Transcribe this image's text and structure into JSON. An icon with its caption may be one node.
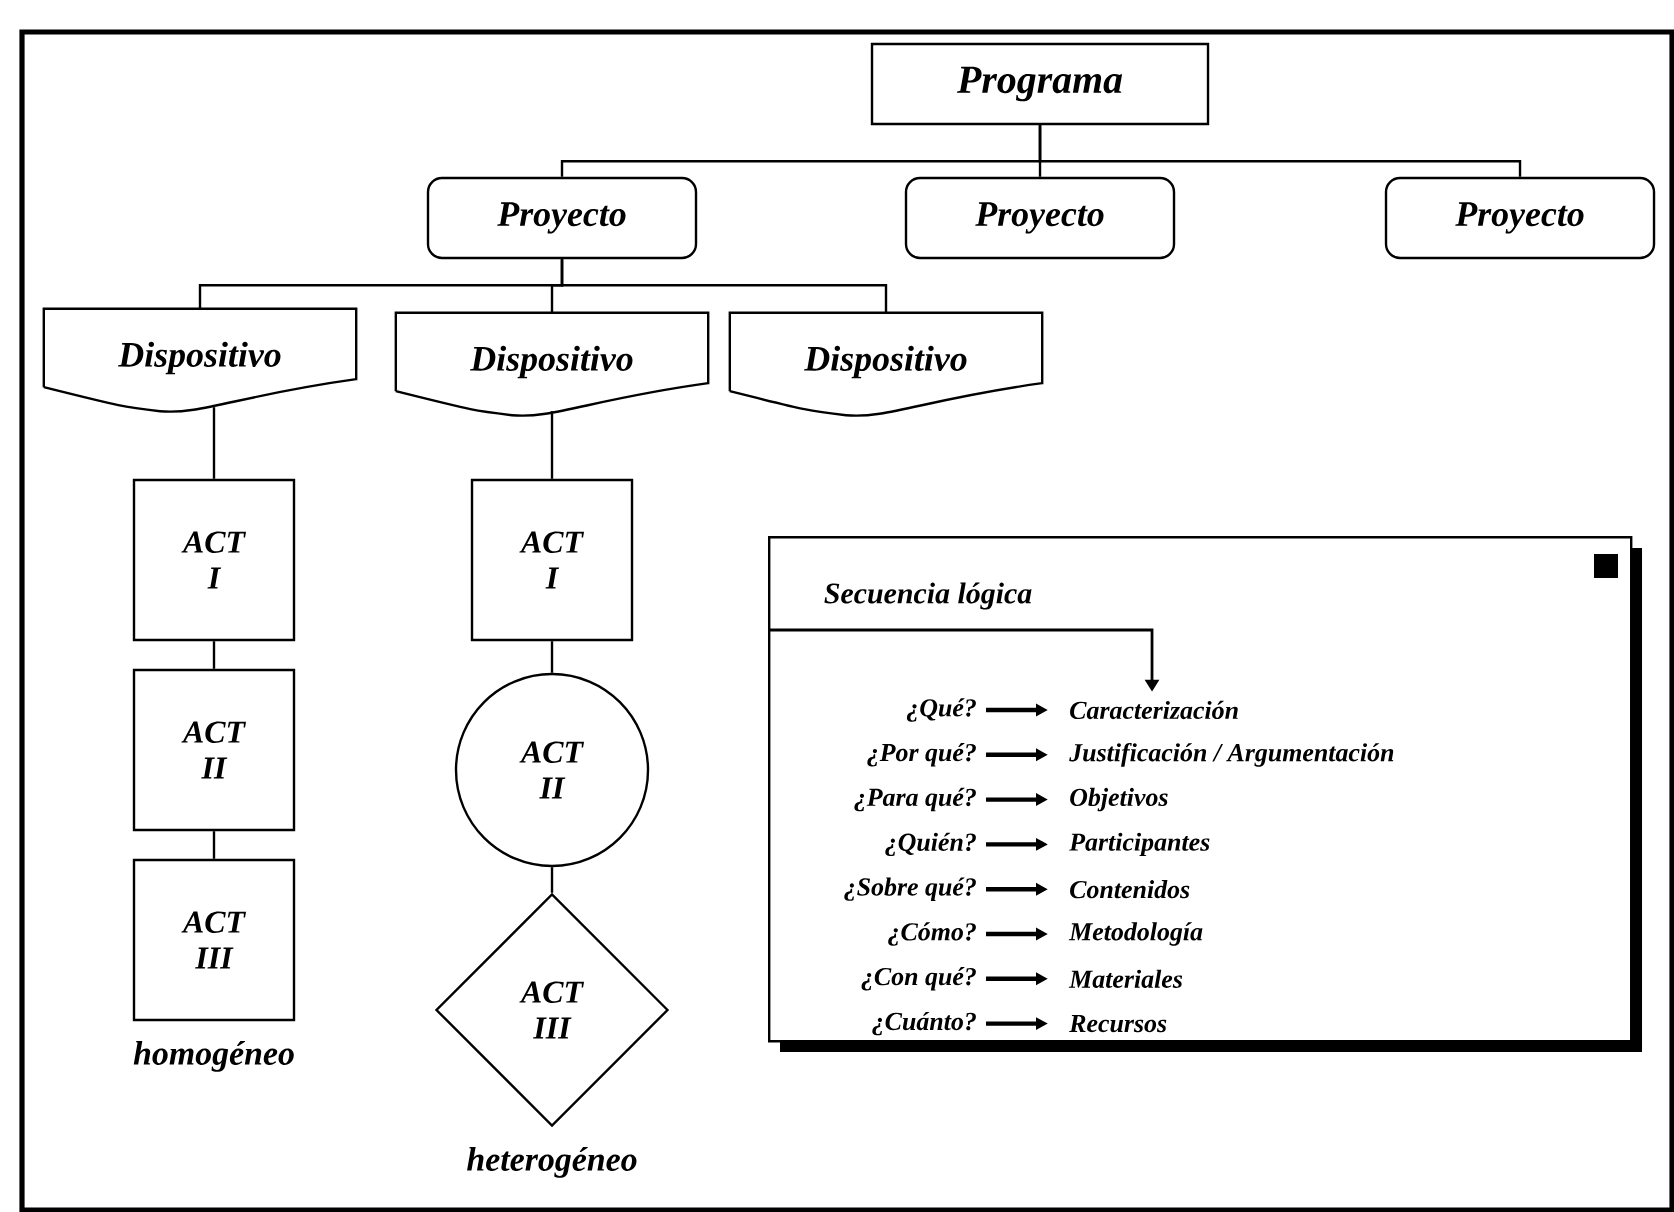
{
  "diagram": {
    "nodes": [
      {
        "text": [
          "Programa"
        ]
      },
      {
        "text": [
          "Proyecto"
        ]
      },
      {
        "text": [
          "Proyecto"
        ]
      },
      {
        "text": [
          "Proyecto"
        ]
      },
      {
        "text": [
          "Dispositivo"
        ]
      },
      {
        "text": [
          "Dispositivo"
        ]
      },
      {
        "text": [
          "Dispositivo"
        ]
      },
      {
        "text": [
          "ACT I"
        ]
      },
      {
        "text": [
          "ACT II"
        ]
      },
      {
        "text": [
          "ACT III"
        ],
        "beside": [
          "homogéneo"
        ]
      },
      {
        "text": [
          "ACT I"
        ]
      },
      {
        "text": [
          "ACT II"
        ]
      },
      {
        "text": [
          "ACT III"
        ],
        "beside": [
          "heterogéneo"
        ]
      },
      {
        "text": [
          "Secuencia lógica"
        ]
      },
      {
        "text": [
          "¿Qué?"
        ],
        "in": 13
      },
      {
        "text": [
          "Caracterización"
        ],
        "in": 13
      },
      {
        "text": [
          "¿Por qué?"
        ],
        "in": 13
      },
      {
        "text": [
          "Justificación / Argumentación"
        ],
        "in": 13
      },
      {
        "text": [
          "¿Para qué?"
        ],
        "in": 13
      },
      {
        "text": [
          "Objetivos"
        ],
        "in": 13
      },
      {
        "text": [
          "¿Quién?"
        ],
        "in": 13
      },
      {
        "text": [
          "Participantes"
        ],
        "in": 13
      },
      {
        "text": [
          "¿Sobre qué?"
        ],
        "in": 13
      },
      {
        "text": [
          "Contenidos"
        ],
        "in": 13
      },
      {
        "text": [
          "¿Cómo?"
        ],
        "in": 13
      },
      {
        "text": [
          "Metodología"
        ],
        "in": 13
      },
      {
        "text": [
          "¿Con qué?"
        ],
        "in": 13
      },
      {
        "text": [
          "Materiales"
        ],
        "in": 13
      },
      {
        "text": [
          "¿Cuánto?"
        ],
        "in": 13
      },
      {
        "text": [
          "Recursos"
        ],
        "in": 13
      }
    ],
    "edges": [
      {
        "from": 0,
        "to": 1,
        "arrow": "none"
      },
      {
        "from": 0,
        "to": 2,
        "arrow": "none"
      },
      {
        "from": 0,
        "to": 3,
        "arrow": "none"
      },
      {
        "from": 1,
        "to": 4,
        "arrow": "none"
      },
      {
        "from": 1,
        "to": 5,
        "arrow": "none"
      },
      {
        "from": 1,
        "to": 6,
        "arrow": "none"
      },
      {
        "from": 4,
        "to": 7,
        "arrow": "none"
      },
      {
        "from": 7,
        "to": 8,
        "arrow": "none"
      },
      {
        "from": 8,
        "to": 9,
        "arrow": "none"
      },
      {
        "from": 5,
        "to": 10,
        "arrow": "none"
      },
      {
        "from": 10,
        "to": 11,
        "arrow": "none"
      },
      {
        "from": 11,
        "to": 12,
        "arrow": "none"
      },
      {
        "from": 13,
        "to": 15,
        "arrow": "to"
      },
      {
        "from": 14,
        "to": 15,
        "arrow": "to"
      },
      {
        "from": 16,
        "to": 17,
        "arrow": "to"
      },
      {
        "from": 18,
        "to": 19,
        "arrow": "to"
      },
      {
        "from": 20,
        "to": 21,
        "arrow": "to"
      },
      {
        "from": 22,
        "to": 23,
        "arrow": "to"
      },
      {
        "from": 24,
        "to": 25,
        "arrow": "to"
      },
      {
        "from": 26,
        "to": 27,
        "arrow": "to"
      },
      {
        "from": 28,
        "to": 29,
        "arrow": "to"
      }
    ]
  }
}
